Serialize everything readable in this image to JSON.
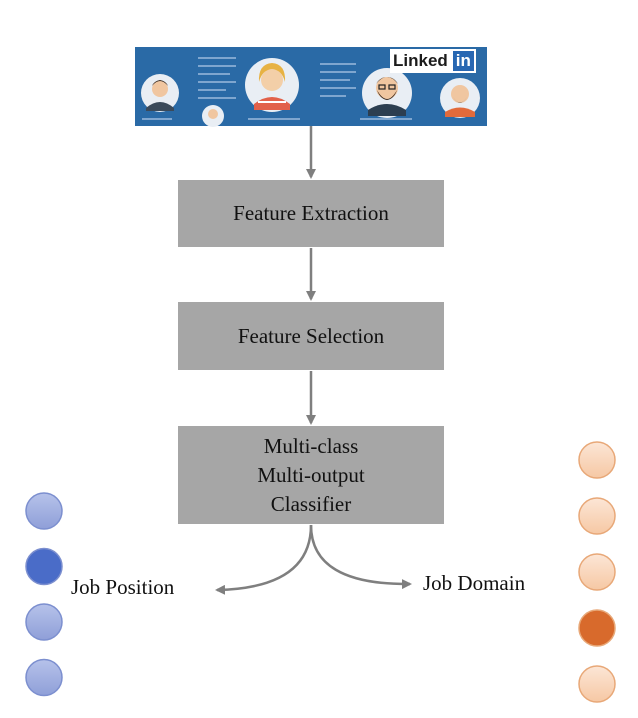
{
  "banner": {
    "brand_main": "Linked",
    "brand_in": "in"
  },
  "steps": {
    "feature_extraction": "Feature Extraction",
    "feature_selection": "Feature Selection",
    "classifier": [
      "Multi-class",
      "Multi-output",
      "Classifier"
    ]
  },
  "outputs": {
    "left_label": "Job Position",
    "right_label": "Job Domain"
  },
  "colors": {
    "banner_bg": "#2a6aa6",
    "box_fill": "#a6a6a6",
    "arrow": "#7f7f7f",
    "left_node_fill": "#a2b0e2",
    "left_node_active": "#4a6cc8",
    "right_node_fill": "#fad8c0",
    "right_node_active": "#d86a2c"
  },
  "left_nodes": {
    "count": 4,
    "active_index": 1
  },
  "right_nodes": {
    "count": 5,
    "active_index": 3
  }
}
